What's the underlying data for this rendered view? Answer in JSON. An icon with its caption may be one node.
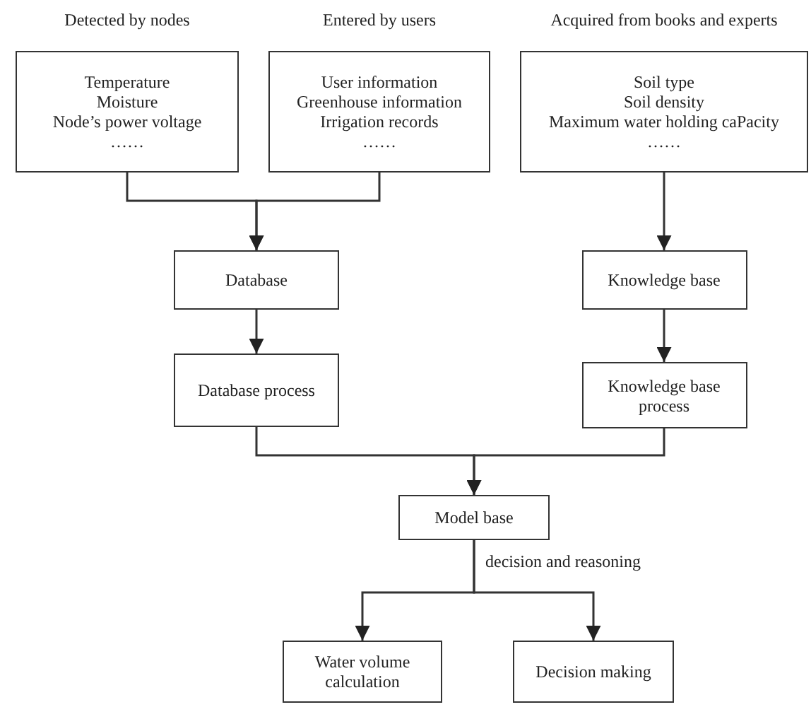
{
  "diagram": {
    "nodes": [
      {
        "text": [
          "Detected by nodes",
          "Temperature",
          "Moisture",
          "Node’s power voltage",
          "……"
        ]
      },
      {
        "text": [
          "Entered by users",
          "User information",
          "Greenhouse information",
          "Irrigation records",
          "……"
        ]
      },
      {
        "text": [
          "Acquired from books and experts",
          "Soil type",
          "Soil density",
          "Maximum water holding caPacity",
          "……"
        ]
      },
      {
        "text": [
          "Database"
        ]
      },
      {
        "text": [
          "Knowledge base"
        ]
      },
      {
        "text": [
          "Database process"
        ]
      },
      {
        "text": [
          "Knowledge base process"
        ]
      },
      {
        "text": [
          "Model base"
        ]
      },
      {
        "text": [
          "Water volume calculation"
        ]
      },
      {
        "text": [
          "Decision making"
        ]
      }
    ],
    "edges": [
      {
        "from": 0,
        "to": 3,
        "arrow": "to"
      },
      {
        "from": 1,
        "to": 3,
        "arrow": "to"
      },
      {
        "from": 2,
        "to": 4,
        "arrow": "to"
      },
      {
        "from": 3,
        "to": 5,
        "arrow": "to"
      },
      {
        "from": 4,
        "to": 6,
        "arrow": "to"
      },
      {
        "from": 5,
        "to": 7,
        "arrow": "to"
      },
      {
        "from": 6,
        "to": 7,
        "arrow": "to"
      },
      {
        "from": 7,
        "to": 8,
        "arrow": "to"
      },
      {
        "from": 7,
        "to": 9,
        "arrow": "to",
        "label": "decision and reasoning"
      }
    ]
  }
}
